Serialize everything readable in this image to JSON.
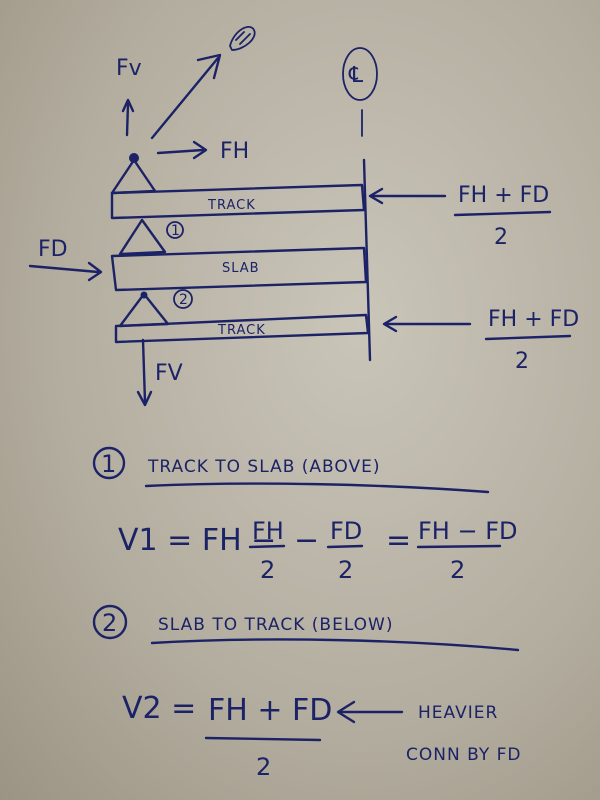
{
  "diagram": {
    "labels": {
      "fv": "Fv",
      "fh_top": "FH",
      "fd_left": "FD",
      "fv_bottom": "FV",
      "cl": "℄",
      "track_top": "TRACK",
      "slab": "SLAB",
      "track_bottom": "TRACK",
      "circle1": "1",
      "circle2": "2"
    },
    "right_loads": [
      {
        "numerator": "FH + FD",
        "denominator": "2"
      },
      {
        "numerator": "FH + FD",
        "denominator": "2"
      }
    ]
  },
  "notes": {
    "section1": {
      "number": "1",
      "heading": "TRACK TO SLAB (ABOVE)"
    },
    "eq1": {
      "lhs": "V1 = FH −",
      "t1_num": "FH",
      "t1_den": "2",
      "minus": "−",
      "t2_num": "FD",
      "t2_den": "2",
      "eq": "=",
      "r_num": "FH − FD",
      "r_den": "2"
    },
    "section2": {
      "number": "2",
      "heading": "SLAB TO TRACK (BELOW)"
    },
    "eq2": {
      "lhs": "V2 =",
      "num": "FH + FD",
      "den": "2"
    },
    "annotation_line1": "HEAVIER",
    "annotation_line2": "CONN BY FD"
  }
}
